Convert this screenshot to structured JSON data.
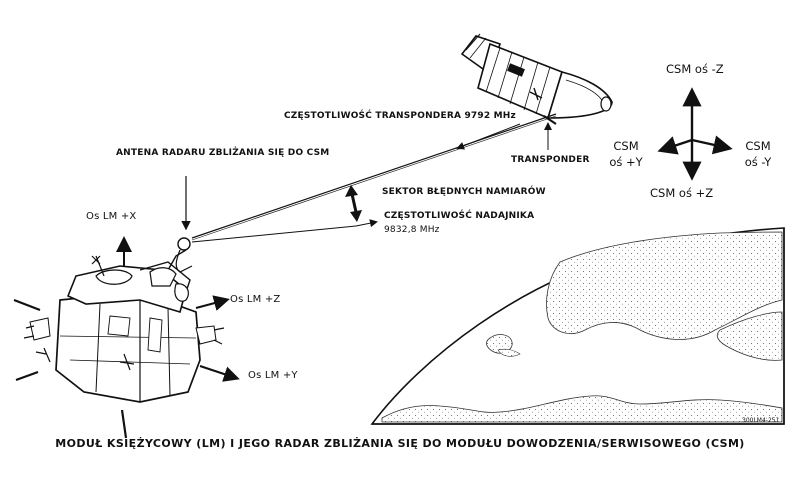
{
  "labels": {
    "transponder_frequency": "CZĘSTOTLIWOŚĆ TRANSPONDERA 9792 MHz",
    "radar_antenna": "ANTENA RADARU ZBLIŻANIA SIĘ DO CSM",
    "transponder": "TRANSPONDER",
    "error_sector": "SEKTOR BŁĘDNYCH NAMIARÓW",
    "transmitter_frequency_line1": "CZĘSTOTLIWOŚĆ NADAJNIKA",
    "transmitter_frequency_line2": "9832,8 MHz"
  },
  "lm_axes": {
    "x": "Os LM +X",
    "z": "Os LM +Z",
    "y": "Os LM +Y"
  },
  "csm_axes": {
    "minus_z": "CSM oś -Z",
    "plus_y_line1": "CSM",
    "plus_y_line2": "oś +Y",
    "minus_y_line1": "CSM",
    "minus_y_line2": "oś -Y",
    "plus_z": "CSM oś +Z"
  },
  "caption": "MODUŁ KSIĘŻYCOWY (LM) I JEGO RADAR ZBLIŻANIA SIĘ DO MODUŁU DOWODZENIA/SERWISOWEGO (CSM)",
  "reference_code": "300LM4-251"
}
